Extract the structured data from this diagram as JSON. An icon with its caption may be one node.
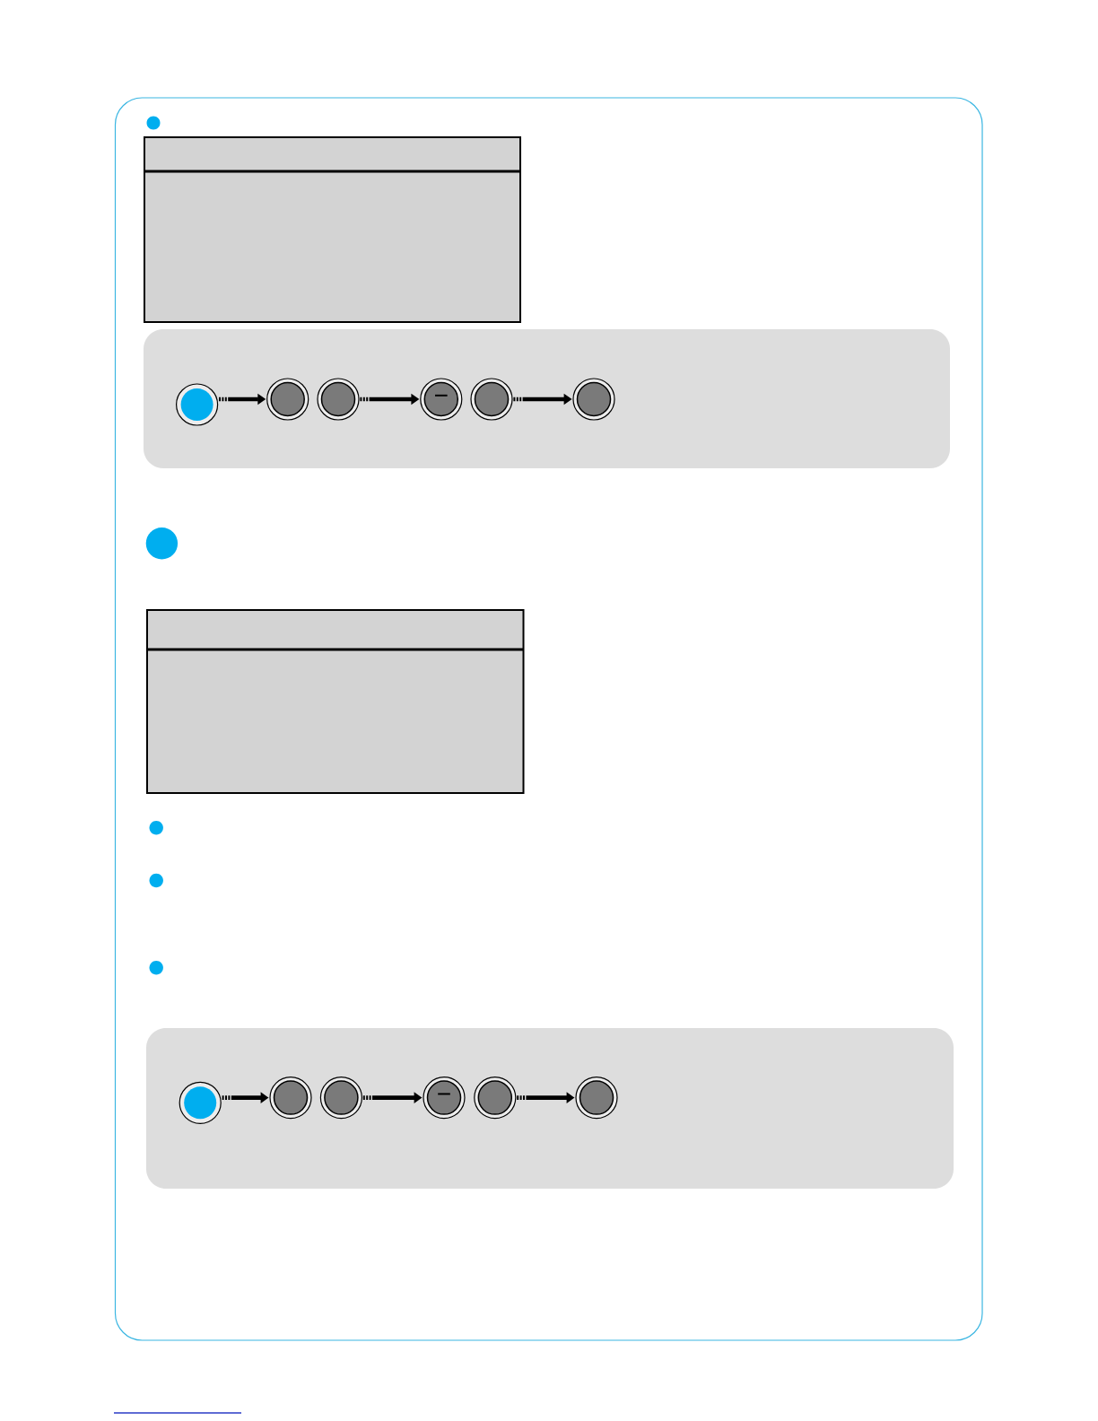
{
  "diagram": {
    "nodes": [
      {
        "text": [],
        "shape": "box"
      },
      {
        "text": [],
        "shape": "box"
      },
      {
        "text": [],
        "shape": "circle",
        "in": 1
      },
      {
        "text": [],
        "shape": "circle",
        "in": 1
      },
      {
        "text": [],
        "shape": "circle",
        "in": 1
      },
      {
        "text": [
          "−"
        ],
        "in": 1
      },
      {
        "text": [],
        "shape": "circle",
        "in": 1
      },
      {
        "text": [],
        "shape": "circle",
        "in": 1
      },
      {
        "text": [],
        "shape": "box"
      },
      {
        "text": [],
        "shape": "box"
      },
      {
        "text": [],
        "shape": "circle",
        "in": 9
      },
      {
        "text": [],
        "shape": "circle",
        "in": 9
      },
      {
        "text": [],
        "shape": "circle",
        "in": 9
      },
      {
        "text": [
          "−"
        ],
        "in": 9
      },
      {
        "text": [],
        "shape": "circle",
        "in": 9
      },
      {
        "text": [],
        "shape": "circle",
        "in": 9
      }
    ],
    "edges": [
      {
        "from": 2,
        "to": 3,
        "arrow": "to"
      },
      {
        "from": 4,
        "to": 5,
        "arrow": "to"
      },
      {
        "from": 6,
        "to": 7,
        "arrow": "to"
      },
      {
        "from": 10,
        "to": 11,
        "arrow": "to"
      },
      {
        "from": 12,
        "to": 13,
        "arrow": "to"
      },
      {
        "from": 14,
        "to": 15,
        "arrow": "to"
      }
    ]
  }
}
